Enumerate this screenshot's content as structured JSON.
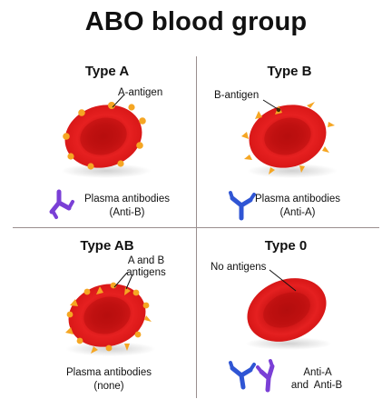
{
  "title": "ABO blood group",
  "quadrants": {
    "type_a": {
      "heading": "Type A",
      "antigen_label": "A-antigen",
      "antibody_line1": "Plasma antibodies",
      "antibody_line2": "(Anti-B)"
    },
    "type_b": {
      "heading": "Type B",
      "antigen_label": "B-antigen",
      "antibody_line1": "Plasma antibodies",
      "antibody_line2": "(Anti-A)"
    },
    "type_ab": {
      "heading": "Type AB",
      "antigen_line1": "A and B",
      "antigen_line2": "antigens",
      "antibody_line1": "Plasma antibodies",
      "antibody_line2": "(none)"
    },
    "type_0": {
      "heading": "Type 0",
      "antigen_label": "No antigens",
      "antibody_line1": "Anti-A",
      "antibody_line2": "and  Anti-B"
    }
  },
  "colors": {
    "cell_red": "#e01818",
    "cell_dark": "#b30e0e",
    "antigen_orange": "#f5a623",
    "antibody_purple": "#7a3fd6",
    "antibody_blue": "#2f55d4"
  }
}
